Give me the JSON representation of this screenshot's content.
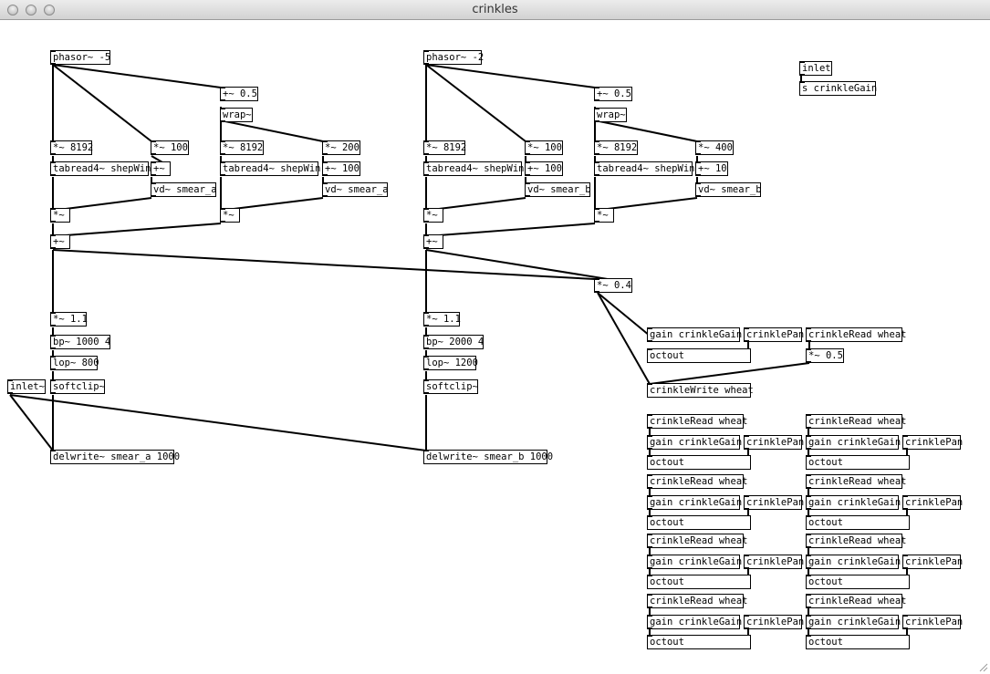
{
  "window": {
    "title": "crinkles"
  },
  "objects": [
    {
      "label": "phasor~ -5"
    },
    {
      "label": "+~ 0.5"
    },
    {
      "label": "wrap~"
    },
    {
      "label": "*~ 8192"
    },
    {
      "label": "*~ 100"
    },
    {
      "label": "+~"
    },
    {
      "label": "*~ 8192"
    },
    {
      "label": "*~ 200"
    },
    {
      "label": "tabread4~ shepWin"
    },
    {
      "label": "tabread4~ shepWin"
    },
    {
      "label": "+~ 100"
    },
    {
      "label": "vd~ smear_a"
    },
    {
      "label": "vd~ smear_a"
    },
    {
      "label": "*~"
    },
    {
      "label": "*~"
    },
    {
      "label": "+~"
    },
    {
      "label": "*~ 1.1"
    },
    {
      "label": "bp~ 1000 4"
    },
    {
      "label": "lop~ 800"
    },
    {
      "label": "softclip~"
    },
    {
      "label": "inlet~"
    },
    {
      "label": "delwrite~ smear_a 1000"
    },
    {
      "label": "phasor~ -2"
    },
    {
      "label": "+~ 0.5"
    },
    {
      "label": "wrap~"
    },
    {
      "label": "*~ 8192"
    },
    {
      "label": "*~ 100"
    },
    {
      "label": "*~ 8192"
    },
    {
      "label": "*~ 400"
    },
    {
      "label": "tabread4~ shepWin"
    },
    {
      "label": "+~ 100"
    },
    {
      "label": "tabread4~ shepWin"
    },
    {
      "label": "+~ 10"
    },
    {
      "label": "vd~ smear_b"
    },
    {
      "label": "vd~ smear_b"
    },
    {
      "label": "*~"
    },
    {
      "label": "*~"
    },
    {
      "label": "+~"
    },
    {
      "label": "*~ 0.4"
    },
    {
      "label": "*~ 1.1"
    },
    {
      "label": "bp~ 2000 4"
    },
    {
      "label": "lop~ 1200"
    },
    {
      "label": "softclip~"
    },
    {
      "label": "delwrite~ smear_b 1000"
    },
    {
      "label": "inlet"
    },
    {
      "label": "s crinkleGain"
    },
    {
      "label": "gain crinkleGain"
    },
    {
      "label": "crinklePan"
    },
    {
      "label": "crinkleRead wheat"
    },
    {
      "label": "octout"
    },
    {
      "label": "*~ 0.5"
    },
    {
      "label": "crinkleWrite wheat"
    },
    {
      "label": "crinkleRead wheat"
    },
    {
      "label": "gain crinkleGain"
    },
    {
      "label": "crinklePan"
    },
    {
      "label": "octout"
    },
    {
      "label": "crinkleRead wheat"
    },
    {
      "label": "gain crinkleGain"
    },
    {
      "label": "crinklePan"
    },
    {
      "label": "octout"
    },
    {
      "label": "crinkleRead wheat"
    },
    {
      "label": "gain crinkleGain"
    },
    {
      "label": "crinklePan"
    },
    {
      "label": "octout"
    },
    {
      "label": "crinkleRead wheat"
    },
    {
      "label": "gain crinkleGain"
    },
    {
      "label": "crinklePan"
    },
    {
      "label": "octout"
    },
    {
      "label": "crinkleRead wheat"
    },
    {
      "label": "gain crinkleGain"
    },
    {
      "label": "crinklePan"
    },
    {
      "label": "octout"
    },
    {
      "label": "crinkleRead wheat"
    },
    {
      "label": "gain crinkleGain"
    },
    {
      "label": "crinklePan"
    },
    {
      "label": "octout"
    },
    {
      "label": "crinkleRead wheat"
    },
    {
      "label": "gain crinkleGain"
    },
    {
      "label": "crinklePan"
    },
    {
      "label": "octout"
    },
    {
      "label": "crinkleRead wheat"
    },
    {
      "label": "gain crinkleGain"
    },
    {
      "label": "crinklePan"
    },
    {
      "label": "octout"
    }
  ]
}
